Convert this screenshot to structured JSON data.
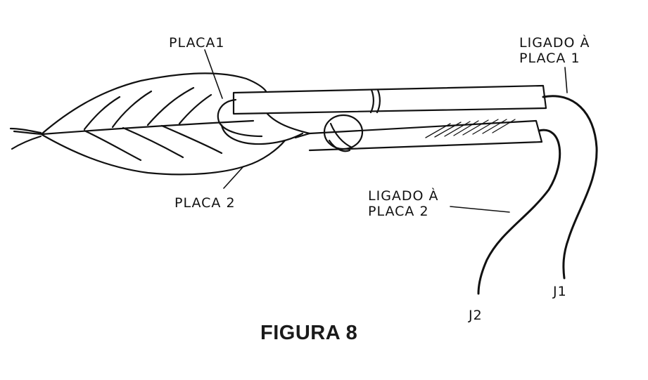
{
  "labels": {
    "placa1": "PLACA1",
    "placa2": "PLACA 2",
    "ligado_placa1_line1": "LIGADO À",
    "ligado_placa1_line2": "PLACA 1",
    "ligado_placa2_line1": "LIGADO À",
    "ligado_placa2_line2": "PLACA 2",
    "j1": "J1",
    "j2": "J2"
  },
  "caption": "FIGURA 8",
  "colors": {
    "ink": "#111111",
    "background": "#ffffff"
  }
}
